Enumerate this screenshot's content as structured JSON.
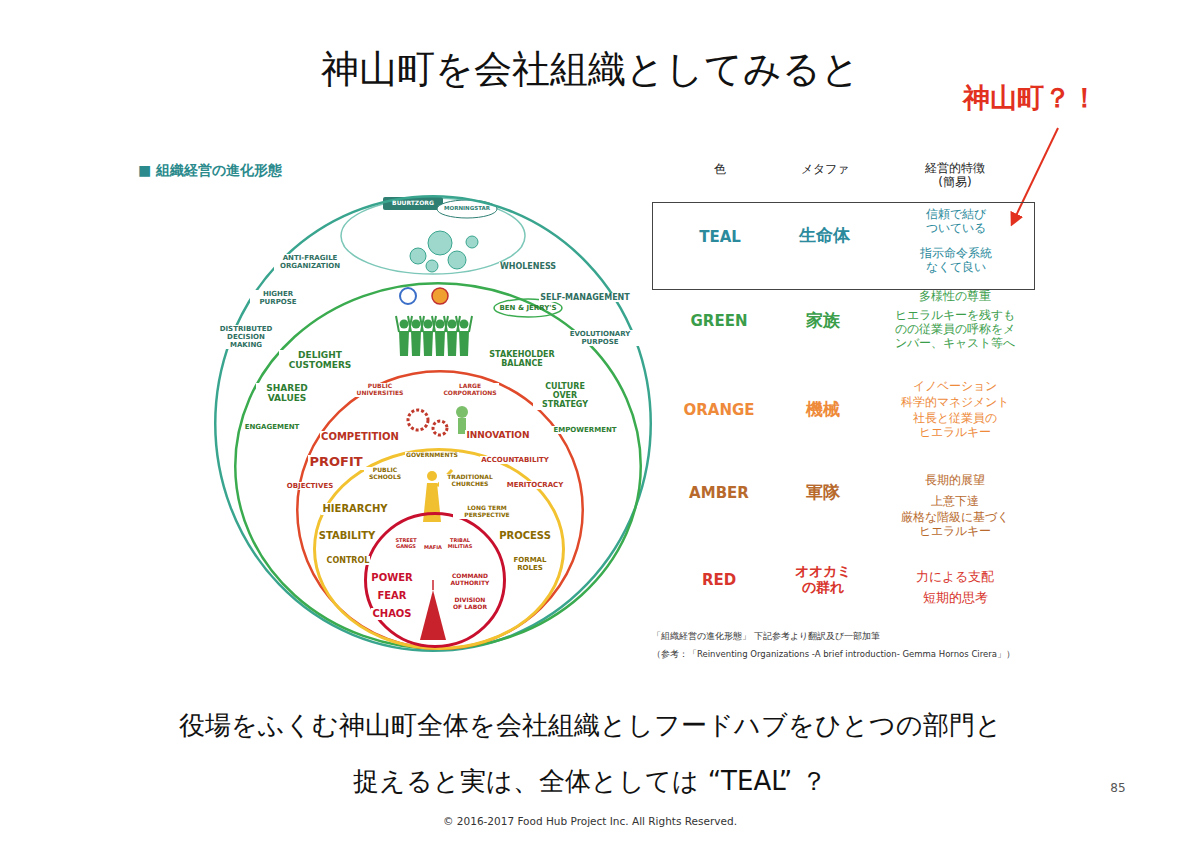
{
  "diagram": {
    "title": "神山町を会社組織としてみると",
    "caption": "役場をふくむ神山町全体を会社組織としフードハブをひとつの部門と 捉えると実は、全体としては “TEAL” ？",
    "nodes": [
      {
        "text": [
          "BUURTZORG",
          "MORNINGSTAR",
          "ANTI-FRAGILE ORGANIZATION",
          "WHOLENESS",
          "HIGHER PURPOSE",
          "DISTRIBUTED DECISION MAKING",
          "SELF-MANAGEMENT",
          "EVOLUTIONARY PURPOSE"
        ]
      },
      {
        "text": [
          "BEN & JERRY'S",
          "DELIGHT CUSTOMERS",
          "SHARED VALUES",
          "ENGAGEMENT",
          "STAKEHOLDER BALANCE",
          "CULTURE OVER STRATEGY",
          "EMPOWERMENT"
        ],
        "in": 0
      },
      {
        "text": [
          "PUBLIC UNIVERSITIES",
          "LARGE CORPORATIONS",
          "COMPETITION",
          "INNOVATION",
          "PROFIT",
          "ACCOUNTABILITY",
          "OBJECTIVES",
          "MERITOCRACY"
        ],
        "in": 1
      },
      {
        "text": [
          "GOVERNMENTS",
          "PUBLIC SCHOOLS",
          "TRADITIONAL CHURCHES",
          "HIERARCHY",
          "LONG TERM PERSPECTIVE",
          "STABILITY",
          "PROCESS",
          "CONTROL",
          "FORMAL ROLES"
        ],
        "in": 2
      },
      {
        "text": [
          "STREET GANGS",
          "MAFIA",
          "TRIBAL MILITIAS",
          "POWER",
          "FEAR",
          "CHAOS",
          "COMMAND AUTHORITY",
          "DIVISION OF LABOR"
        ],
        "in": 3
      },
      {
        "text": [
          "TEAL",
          "生命体",
          "信頼で結びついている",
          "指示命令系統なくて良い"
        ]
      }
    ],
    "labels": [
      "神山町？！",
      "■ 組織経営の進化形態",
      "色",
      "メタファ",
      "経営的特徴 (簡易)",
      "GREEN",
      "家族",
      "多様性の尊重",
      "ヒエラルキーを残すものの従業員の呼称をメンバー、キャスト等へ",
      "ORANGE",
      "機械",
      "イノベーション",
      "科学的マネジメント",
      "社長と従業員のヒエラルキー",
      "AMBER",
      "軍隊",
      "長期的展望",
      "上意下達",
      "厳格な階級に基づくヒエラルキー",
      "RED",
      "オオカミの群れ",
      "力による支配",
      "短期的思考",
      "「組織経営の進化形態」 下記参考より翻訳及び一部加筆",
      "（参考：「Reinventing Organizations -A brief introduction- Gemma Hornos Cirera」）",
      "85",
      "© 2016-2017 Food Hub Project Inc. All Rights Reserved."
    ]
  }
}
